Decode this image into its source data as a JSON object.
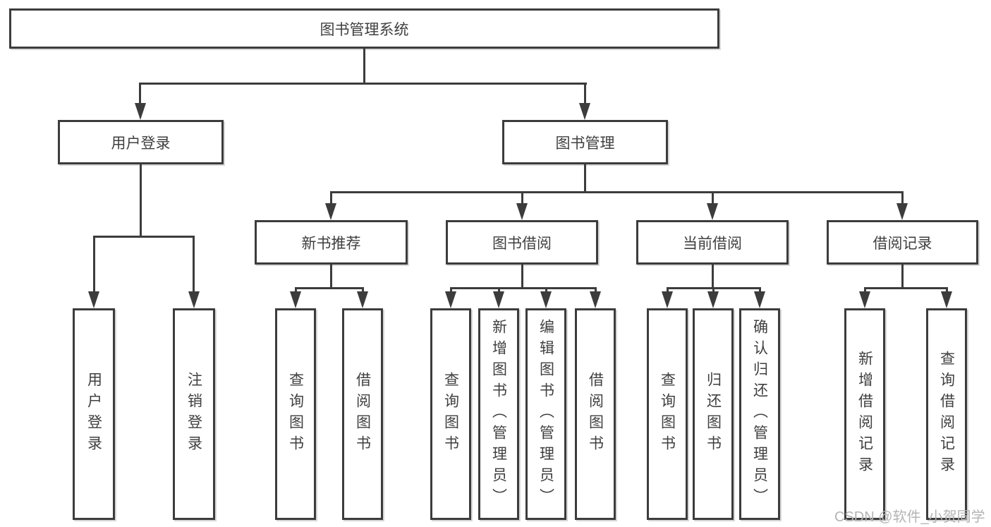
{
  "diagram": {
    "root": {
      "label": "图书管理系统"
    },
    "branches": [
      {
        "label": "用户登录",
        "children": [
          {
            "label": "用户登录"
          },
          {
            "label": "注销登录"
          }
        ]
      },
      {
        "label": "图书管理",
        "children": [
          {
            "label": "新书推荐",
            "children": [
              {
                "label": "查询图书"
              },
              {
                "label": "借阅图书"
              }
            ]
          },
          {
            "label": "图书借阅",
            "children": [
              {
                "label": "查询图书"
              },
              {
                "label": "新增图书（管理员）"
              },
              {
                "label": "编辑图书（管理员）"
              },
              {
                "label": "借阅图书"
              }
            ]
          },
          {
            "label": "当前借阅",
            "children": [
              {
                "label": "查询图书"
              },
              {
                "label": "归还图书"
              },
              {
                "label": "确认归还（管理员）"
              }
            ]
          },
          {
            "label": "借阅记录",
            "children": [
              {
                "label": "新增借阅记录"
              },
              {
                "label": "查询借阅记录"
              }
            ]
          }
        ]
      }
    ]
  },
  "watermark": {
    "text": "CSDN @软件_小贺同学"
  },
  "colors": {
    "line": "#3c3c3c",
    "text": "#3f3f3f",
    "watermark": "#b4b4b4",
    "background": "#ffffff"
  }
}
